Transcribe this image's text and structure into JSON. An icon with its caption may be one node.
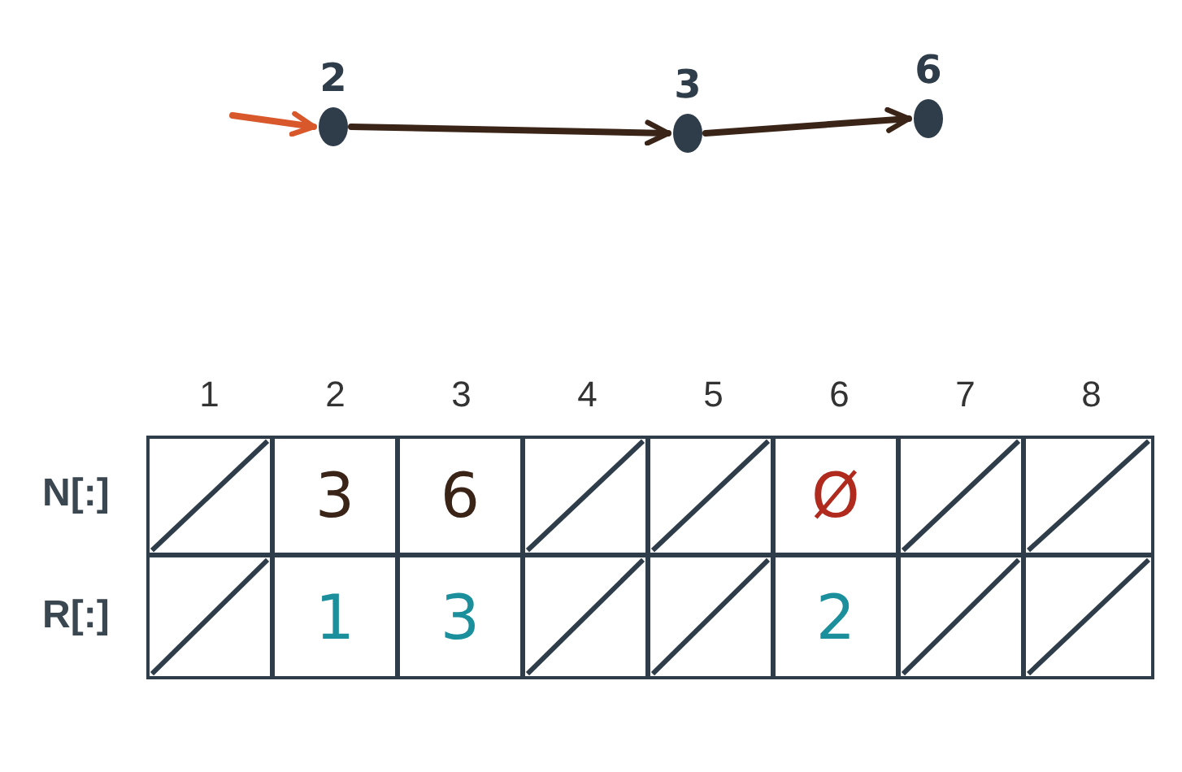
{
  "diagram": {
    "nodes": [
      {
        "text": [
          "2"
        ]
      },
      {
        "text": [
          "3"
        ]
      },
      {
        "text": [
          "6"
        ]
      }
    ],
    "edges": [
      {
        "from": null,
        "to": 0,
        "arrow": "to",
        "color": "#d9582b"
      },
      {
        "from": 0,
        "to": 1,
        "arrow": "to"
      },
      {
        "from": 1,
        "to": 2,
        "arrow": "to"
      }
    ],
    "labels": [
      "1",
      "2",
      "3",
      "4",
      "5",
      "6",
      "7",
      "8",
      "N[:]",
      "3",
      "6",
      "Ø",
      "R[:]",
      "1",
      "3",
      "2"
    ]
  }
}
